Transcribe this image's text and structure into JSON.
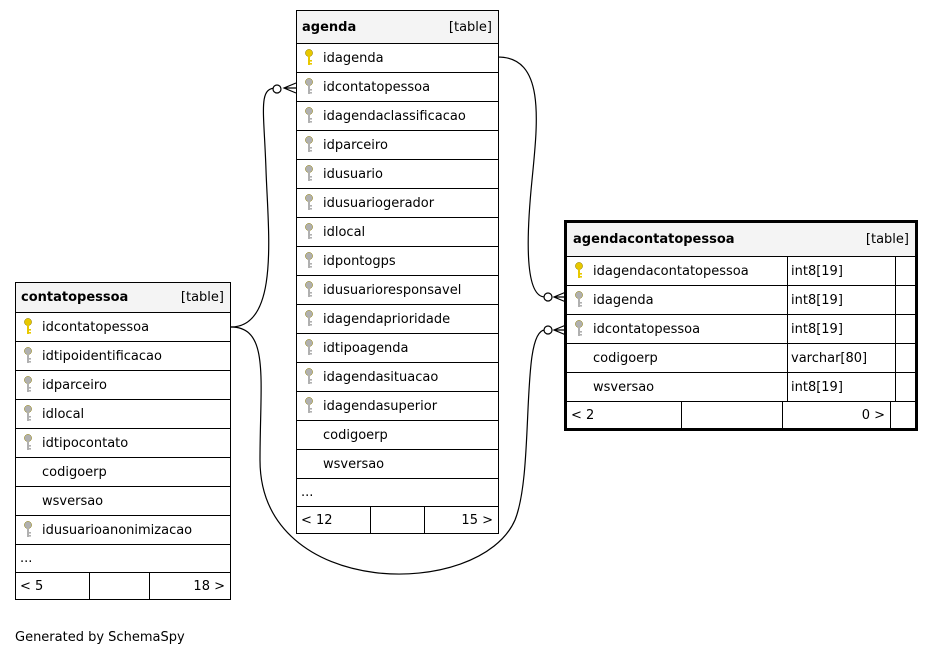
{
  "tables": {
    "agenda": {
      "name": "agenda",
      "type": "[table]",
      "columns": [
        {
          "name": "idagenda",
          "key": "primary"
        },
        {
          "name": "idcontatopessoa",
          "key": "foreign"
        },
        {
          "name": "idagendaclassificacao",
          "key": "foreign"
        },
        {
          "name": "idparceiro",
          "key": "foreign"
        },
        {
          "name": "idusuario",
          "key": "foreign"
        },
        {
          "name": "idusuariogerador",
          "key": "foreign"
        },
        {
          "name": "idlocal",
          "key": "foreign"
        },
        {
          "name": "idpontogps",
          "key": "foreign"
        },
        {
          "name": "idusuarioresponsavel",
          "key": "foreign"
        },
        {
          "name": "idagendaprioridade",
          "key": "foreign"
        },
        {
          "name": "idtipoagenda",
          "key": "foreign"
        },
        {
          "name": "idagendasituacao",
          "key": "foreign"
        },
        {
          "name": "idagendasuperior",
          "key": "foreign"
        },
        {
          "name": "codigoerp",
          "key": "none"
        },
        {
          "name": "wsversao",
          "key": "none"
        }
      ],
      "more": "...",
      "footer": {
        "left": "< 12",
        "right": "15 >"
      }
    },
    "contatopessoa": {
      "name": "contatopessoa",
      "type": "[table]",
      "columns": [
        {
          "name": "idcontatopessoa",
          "key": "primary"
        },
        {
          "name": "idtipoidentificacao",
          "key": "foreign"
        },
        {
          "name": "idparceiro",
          "key": "foreign"
        },
        {
          "name": "idlocal",
          "key": "foreign"
        },
        {
          "name": "idtipocontato",
          "key": "foreign"
        },
        {
          "name": "codigoerp",
          "key": "none"
        },
        {
          "name": "wsversao",
          "key": "none"
        },
        {
          "name": "idusuarioanonimizacao",
          "key": "foreign"
        }
      ],
      "more": "...",
      "footer": {
        "left": "< 5",
        "right": "18 >"
      }
    },
    "agendacontatopessoa": {
      "name": "agendacontatopessoa",
      "type": "[table]",
      "columns": [
        {
          "name": "idagendacontatopessoa",
          "key": "primary",
          "datatype": "int8[19]"
        },
        {
          "name": "idagenda",
          "key": "foreign",
          "datatype": "int8[19]"
        },
        {
          "name": "idcontatopessoa",
          "key": "foreign",
          "datatype": "int8[19]"
        },
        {
          "name": "codigoerp",
          "key": "none",
          "datatype": "varchar[80]"
        },
        {
          "name": "wsversao",
          "key": "none",
          "datatype": "int8[19]"
        }
      ],
      "footer": {
        "left": "< 2",
        "right": "0 >"
      }
    }
  },
  "colors": {
    "primary_key": "#e8c800",
    "foreign_key": "#b0b0b0",
    "header_bg": "#f4f4f4"
  },
  "footer_note": "Generated by SchemaSpy"
}
